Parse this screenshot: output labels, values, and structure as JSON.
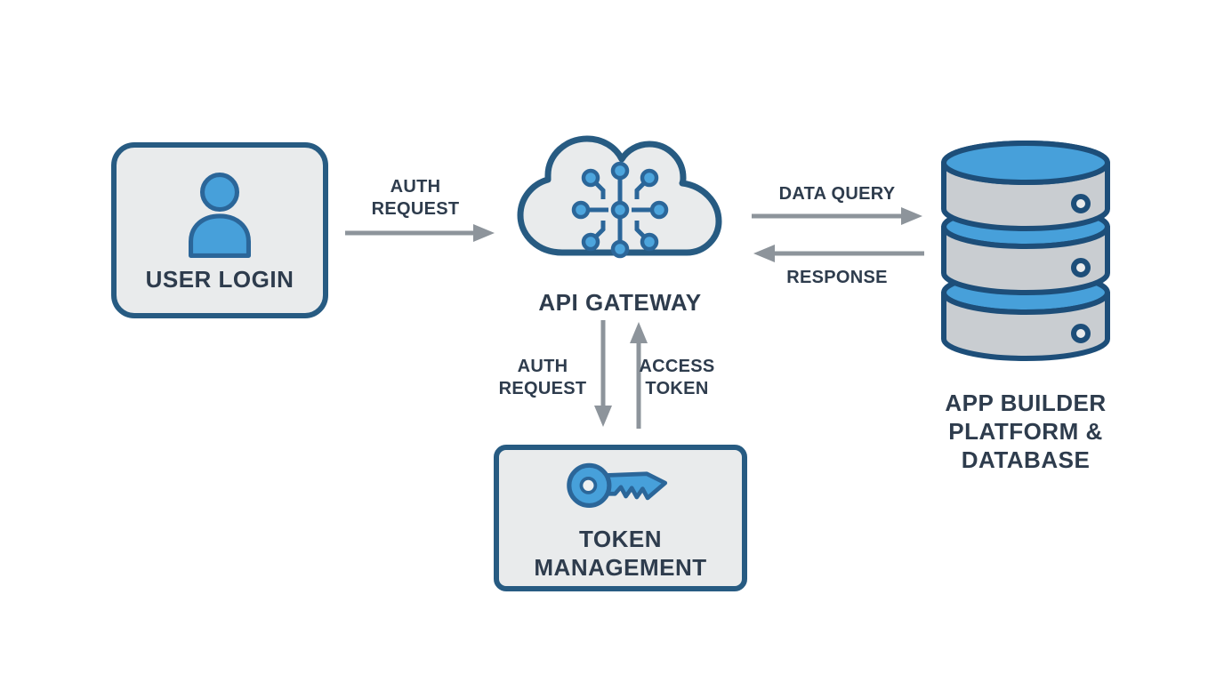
{
  "diagram": {
    "type": "flow-diagram",
    "background": "#ffffff",
    "nodes": {
      "user_login": {
        "label": "USER LOGIN",
        "icon": "user-icon",
        "shape": "rounded-rect"
      },
      "api_gateway": {
        "label": "API GATEWAY",
        "icon": "circuit-cloud-icon",
        "shape": "cloud"
      },
      "token_management": {
        "label": "TOKEN MANAGEMENT",
        "icon": "key-icon",
        "shape": "rounded-rect"
      },
      "database": {
        "label": "APP BUILDER PLATFORM & DATABASE",
        "icon": "database-icon",
        "shape": "cylinder-stack"
      }
    },
    "edges": [
      {
        "from": "user_login",
        "to": "api_gateway",
        "label": "AUTH REQUEST",
        "direction": "right"
      },
      {
        "from": "api_gateway",
        "to": "database",
        "label": "DATA QUERY",
        "direction": "right"
      },
      {
        "from": "database",
        "to": "api_gateway",
        "label": "RESPONSE",
        "direction": "left"
      },
      {
        "from": "api_gateway",
        "to": "token_management",
        "label": "AUTH REQUEST",
        "direction": "down"
      },
      {
        "from": "token_management",
        "to": "api_gateway",
        "label": "ACCESS TOKEN",
        "direction": "up"
      }
    ],
    "colors": {
      "node_fill": "#e9ebec",
      "node_border": "#275b82",
      "icon_blue": "#47a0da",
      "arrow_gray": "#8d949b",
      "text": "#2e3c4d"
    }
  }
}
